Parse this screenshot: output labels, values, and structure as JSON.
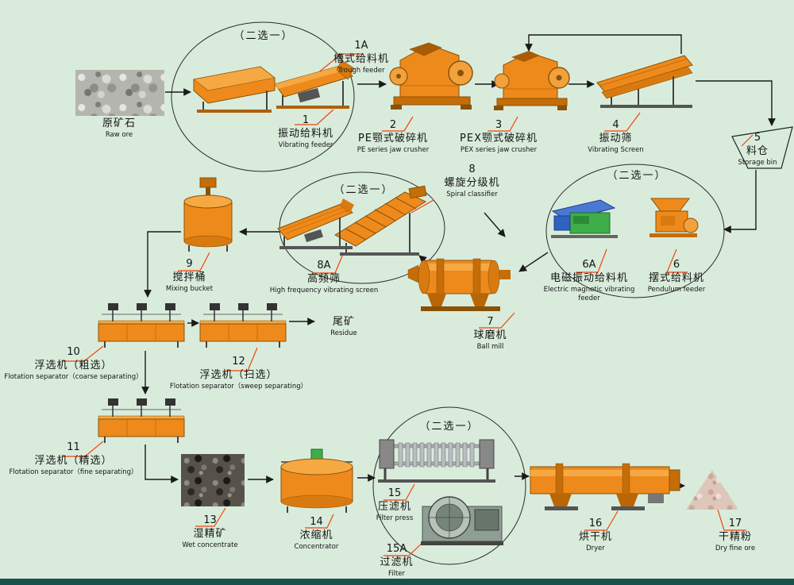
{
  "selector_label": "（二选一）",
  "colors": {
    "background": "#d9ecdc",
    "machine_orange": "#ee8a1c",
    "callout_red": "#f2430a",
    "flow_black": "#1a1a1a"
  },
  "nodes": {
    "raw_ore": {
      "num": "",
      "zh": "原矿石",
      "en": "Raw ore"
    },
    "trough_feeder": {
      "num": "1A",
      "zh": "槽式给料机",
      "en": "Trough feeder"
    },
    "vibrating_feeder": {
      "num": "1",
      "zh": "振动给料机",
      "en": "Vibrating feeder"
    },
    "pe_jaw_crusher": {
      "num": "2",
      "zh": "PE颚式破碎机",
      "en": "PE series jaw crusher"
    },
    "pex_jaw_crusher": {
      "num": "3",
      "zh": "PEX颚式破碎机",
      "en": "PEX series jaw crusher"
    },
    "vibrating_screen": {
      "num": "4",
      "zh": "振动筛",
      "en": "Vibrating Screen"
    },
    "storage_bin": {
      "num": "5",
      "zh": "料仓",
      "en": "Storage bin"
    },
    "em_vibrating_feeder": {
      "num": "6A",
      "zh": "电磁振动给料机",
      "en": "Electric magnetic vibrating feeder"
    },
    "pendulum_feeder": {
      "num": "6",
      "zh": "摆式给料机",
      "en": "Pendulum feeder"
    },
    "ball_mill": {
      "num": "7",
      "zh": "球磨机",
      "en": "Ball mill"
    },
    "spiral_classifier": {
      "num": "8",
      "zh": "螺旋分级机",
      "en": "Spiral classifier"
    },
    "high_frequency_screen": {
      "num": "8A",
      "zh": "高频筛",
      "en": "High frequency vibrating screen"
    },
    "mixing_bucket": {
      "num": "9",
      "zh": "搅拌桶",
      "en": "Mixing bucket"
    },
    "flotation_coarse": {
      "num": "10",
      "zh": "浮选机（粗选）",
      "en": "Flotation separator（coarse separating）"
    },
    "flotation_fine": {
      "num": "11",
      "zh": "浮选机（精选）",
      "en": "Flotation separator（fine separating）"
    },
    "flotation_sweep": {
      "num": "12",
      "zh": "浮选机（扫选）",
      "en": "Flotation separator（sweep separating）"
    },
    "residue": {
      "num": "",
      "zh": "尾矿",
      "en": "Residue"
    },
    "wet_concentrate": {
      "num": "13",
      "zh": "湿精矿",
      "en": "Wet concentrate"
    },
    "concentrator": {
      "num": "14",
      "zh": "浓缩机",
      "en": "Concentrator"
    },
    "filter_press": {
      "num": "15",
      "zh": "压滤机",
      "en": "Filter press"
    },
    "filter": {
      "num": "15A",
      "zh": "过滤机",
      "en": "Filter"
    },
    "dryer": {
      "num": "16",
      "zh": "烘干机",
      "en": "Dryer"
    },
    "dry_fine_ore": {
      "num": "17",
      "zh": "干精粉",
      "en": "Dry fine ore"
    }
  }
}
